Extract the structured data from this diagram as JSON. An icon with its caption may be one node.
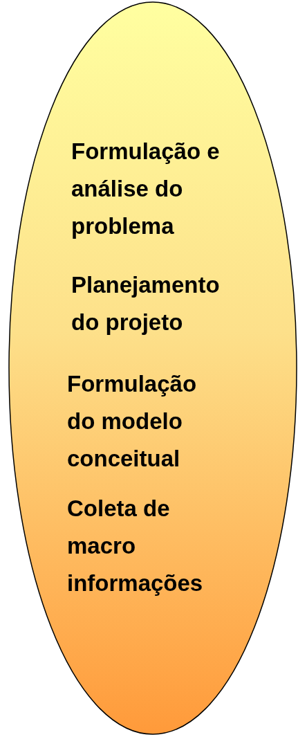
{
  "diagram": {
    "nodes": [
      {
        "text": [
          "Formulação e análise do problema",
          "Planejamento do projeto",
          "Formulação do modelo conceitual",
          "Coleta de macro informações"
        ]
      }
    ]
  }
}
